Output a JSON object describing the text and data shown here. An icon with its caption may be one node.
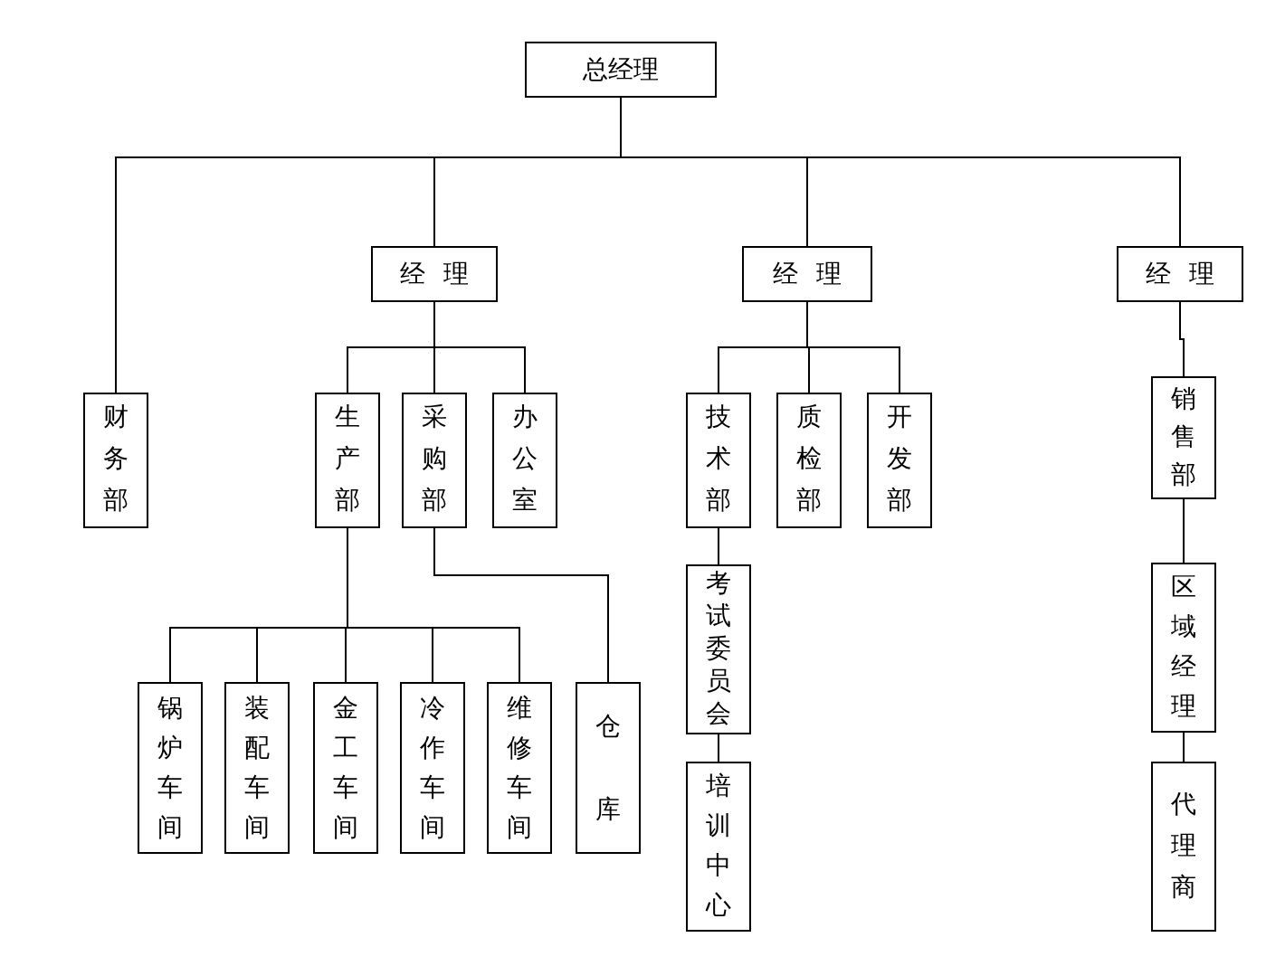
{
  "diagram": {
    "nodes": [
      {
        "text": [
          "总经理"
        ]
      },
      {
        "text": [
          "经理"
        ]
      },
      {
        "text": [
          "经理"
        ]
      },
      {
        "text": [
          "经理"
        ]
      },
      {
        "text": [
          "财务部"
        ]
      },
      {
        "text": [
          "生产部"
        ]
      },
      {
        "text": [
          "采购部"
        ]
      },
      {
        "text": [
          "办公室"
        ]
      },
      {
        "text": [
          "技术部"
        ]
      },
      {
        "text": [
          "质检部"
        ]
      },
      {
        "text": [
          "开发部"
        ]
      },
      {
        "text": [
          "销售部"
        ]
      },
      {
        "text": [
          "考试委员会"
        ]
      },
      {
        "text": [
          "培训中心"
        ]
      },
      {
        "text": [
          "区域经理"
        ]
      },
      {
        "text": [
          "代理商"
        ]
      },
      {
        "text": [
          "锅炉车间"
        ]
      },
      {
        "text": [
          "装配车间"
        ]
      },
      {
        "text": [
          "金工车间"
        ]
      },
      {
        "text": [
          "冷作车间"
        ]
      },
      {
        "text": [
          "维修车间"
        ]
      },
      {
        "text": [
          "仓库"
        ]
      }
    ],
    "edges": [
      {
        "from": 0,
        "to": 4,
        "arrow": "none"
      },
      {
        "from": 0,
        "to": 1,
        "arrow": "none"
      },
      {
        "from": 0,
        "to": 2,
        "arrow": "none"
      },
      {
        "from": 0,
        "to": 3,
        "arrow": "none"
      },
      {
        "from": 1,
        "to": 5,
        "arrow": "none"
      },
      {
        "from": 1,
        "to": 6,
        "arrow": "none"
      },
      {
        "from": 1,
        "to": 7,
        "arrow": "none"
      },
      {
        "from": 2,
        "to": 8,
        "arrow": "none"
      },
      {
        "from": 2,
        "to": 9,
        "arrow": "none"
      },
      {
        "from": 2,
        "to": 10,
        "arrow": "none"
      },
      {
        "from": 3,
        "to": 11,
        "arrow": "none"
      },
      {
        "from": 5,
        "to": 16,
        "arrow": "none"
      },
      {
        "from": 5,
        "to": 17,
        "arrow": "none"
      },
      {
        "from": 5,
        "to": 18,
        "arrow": "none"
      },
      {
        "from": 5,
        "to": 19,
        "arrow": "none"
      },
      {
        "from": 5,
        "to": 20,
        "arrow": "none"
      },
      {
        "from": 6,
        "to": 21,
        "arrow": "none"
      },
      {
        "from": 8,
        "to": 12,
        "arrow": "none"
      },
      {
        "from": 12,
        "to": 13,
        "arrow": "none"
      },
      {
        "from": 11,
        "to": 14,
        "arrow": "none"
      },
      {
        "from": 14,
        "to": 15,
        "arrow": "none"
      }
    ]
  }
}
